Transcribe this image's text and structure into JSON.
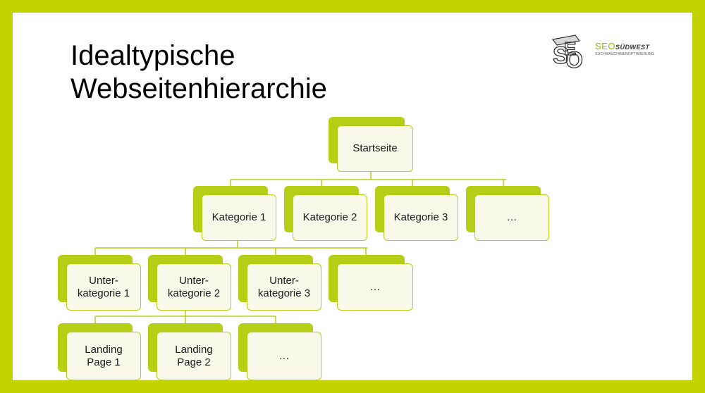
{
  "slide": {
    "title_line1": "Idealtypische",
    "title_line2": "Webseitenhierarchie"
  },
  "logo": {
    "name": "SEO",
    "name_suffix": "SÜDWEST",
    "tagline": "SUCHMASCHINENOPTIMIERUNG"
  },
  "diagram": {
    "root": "Startseite",
    "level1": [
      "Kategorie 1",
      "Kategorie 2",
      "Kategorie 3",
      "…"
    ],
    "level2": [
      "Unter-\nkategorie 1",
      "Unter-\nkategorie 2",
      "Unter-\nkategorie 3",
      "…"
    ],
    "level3": [
      "Landing\nPage 1",
      "Landing\nPage 2",
      "…"
    ]
  },
  "colors": {
    "frame": "#c3d300",
    "node_back": "#b5cf16",
    "node_face": "#f8f9e8",
    "connector": "#b5cf16"
  }
}
